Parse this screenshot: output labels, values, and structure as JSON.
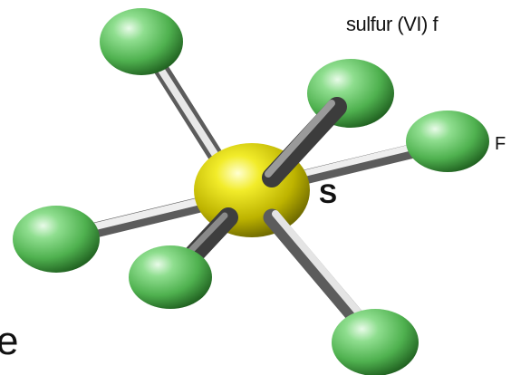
{
  "labels": {
    "title": "sulfur (VI) f",
    "central_atom": "S",
    "ligand_atom": "F",
    "corner_fragment": "e"
  },
  "colors": {
    "background": "#ffffff",
    "sulfur": "#e6e000",
    "fluorine": "#66cc66",
    "bond": "#b8b8b8"
  },
  "structure": {
    "central_atom": "S",
    "ligand_atom": "F",
    "ligand_count": 6
  }
}
